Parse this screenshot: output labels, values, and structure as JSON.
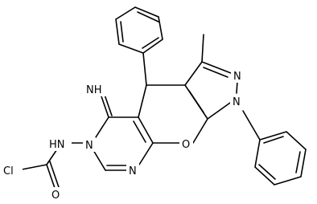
{
  "molecule": {
    "atom_labels": {
      "cl": "Cl",
      "o_carbonyl": "O",
      "hn": "HN",
      "n_ring_top": "N",
      "n_ring_bottom": "N",
      "o_ring": "O",
      "n_pyrazole_1": "N",
      "n_pyrazole_2": "N",
      "imine": "NH",
      "methyl": ""
    }
  }
}
